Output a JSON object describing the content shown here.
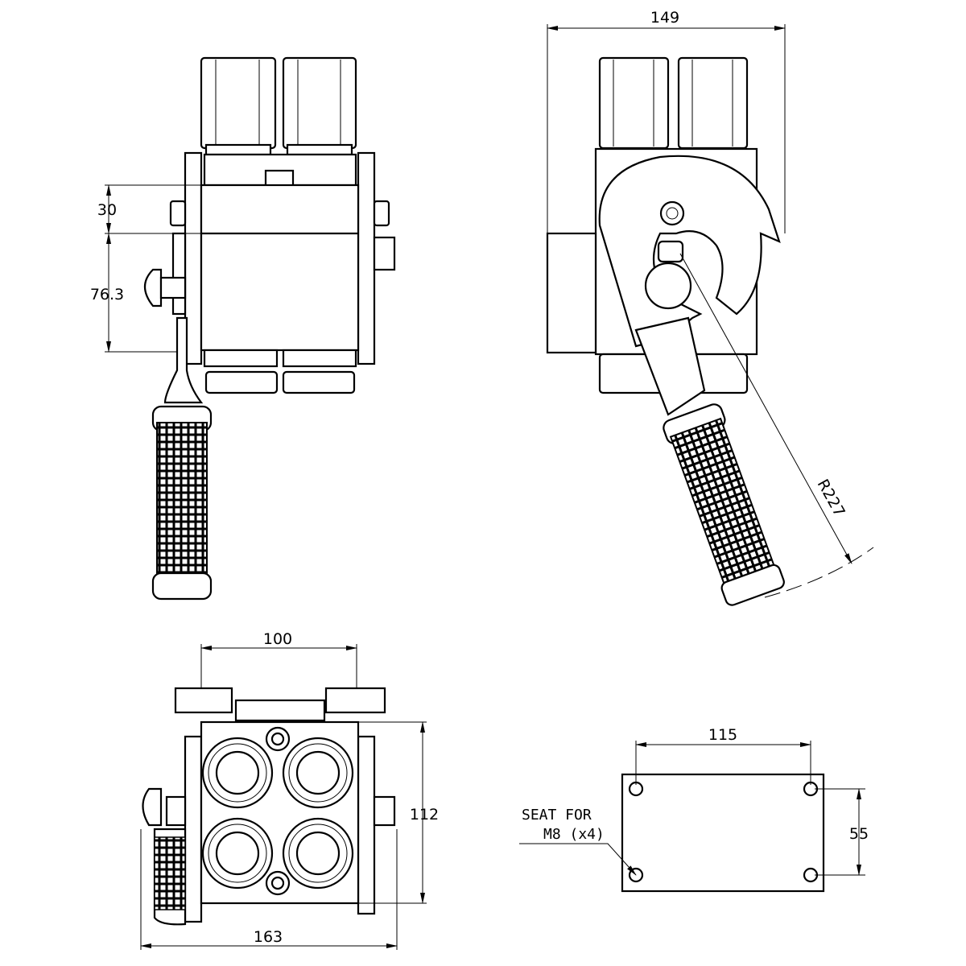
{
  "drawing": {
    "front_view": {
      "dim_top": "30",
      "dim_height": "76.3"
    },
    "side_view": {
      "dim_width": "149",
      "dim_radius": "R227"
    },
    "bottom_view": {
      "dim_width": "100",
      "dim_height": "112",
      "dim_overall": "163"
    },
    "mounting_plate": {
      "dim_hole_spacing_x": "115",
      "dim_hole_spacing_y": "55",
      "note_line1": "SEAT FOR",
      "note_line2": "M8 (x4)"
    }
  }
}
